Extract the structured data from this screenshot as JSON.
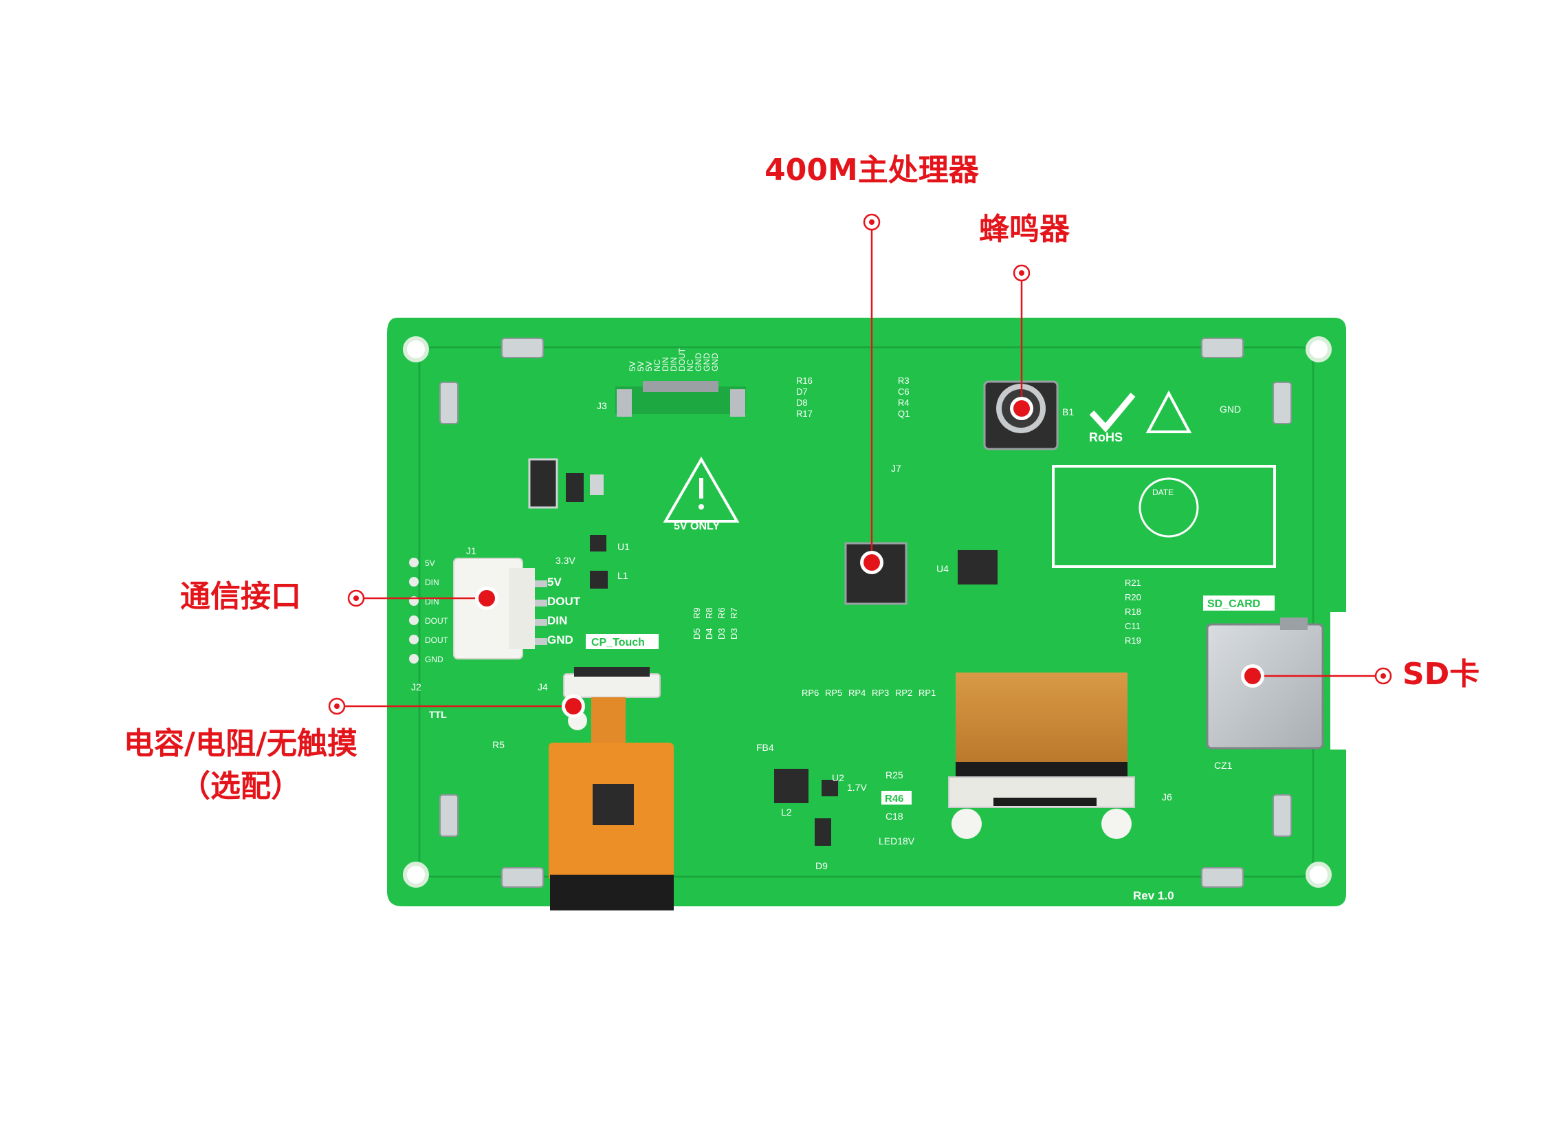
{
  "callouts": {
    "processor": "400M主处理器",
    "buzzer": "蜂鸣器",
    "comm_interface": "通信接口",
    "touch_line1": "电容/电阻/无触摸",
    "touch_line2": "（选配）",
    "sd_card": "SD卡"
  },
  "silkscreen": {
    "j3_pins": [
      "5V",
      "5V",
      "5V",
      "NC",
      "DIN",
      "DIN",
      "DOUT",
      "NC",
      "GND",
      "GND",
      "GND"
    ],
    "j1_pins": [
      "5V",
      "DOUT",
      "DIN",
      "GND"
    ],
    "j2_pins": [
      "5V",
      "DIN",
      "DIN",
      "DOUT",
      "DOUT",
      "GND"
    ],
    "j3": "J3",
    "j1": "J1",
    "j2": "J2",
    "j4": "J4",
    "j6": "J6",
    "j7": "J7",
    "warning": "5V ONLY",
    "rohs": "RoHS",
    "gnd": "GND",
    "date": "DATE",
    "cp_touch": "CP_Touch",
    "sd_card": "SD_CARD",
    "cz1": "CZ1",
    "rev": "Rev 1.0",
    "r46": "R46",
    "led": "LED18V",
    "ttl": "TTL",
    "b1": "B1",
    "u1": "U1",
    "u2": "U2",
    "u4": "U4",
    "l1": "L1",
    "l2": "L2",
    "r5": "R5",
    "r25": "R25",
    "c18": "C18",
    "v17": "1.7V",
    "v33": "3.3V",
    "fb4": "FB4",
    "d9": "D9",
    "right_refs": [
      "R21",
      "R20",
      "R18",
      "C11",
      "R19"
    ],
    "top_refs_left": [
      "R16",
      "D7",
      "D8",
      "R17"
    ],
    "top_refs_mid": [
      "R3",
      "C6",
      "R4",
      "Q1"
    ],
    "rp_row": [
      "RP6",
      "RP5",
      "RP4",
      "RP3",
      "RP2",
      "RP1"
    ],
    "col_refs": [
      "R9",
      "R8",
      "R6",
      "R7"
    ],
    "col_refs2": [
      "D5",
      "D4",
      "D3",
      "D3"
    ]
  },
  "colors": {
    "callout": "#e4141b",
    "pcb": "#22c24a",
    "pcb_dark": "#17a83c",
    "silk": "#ffffff"
  }
}
